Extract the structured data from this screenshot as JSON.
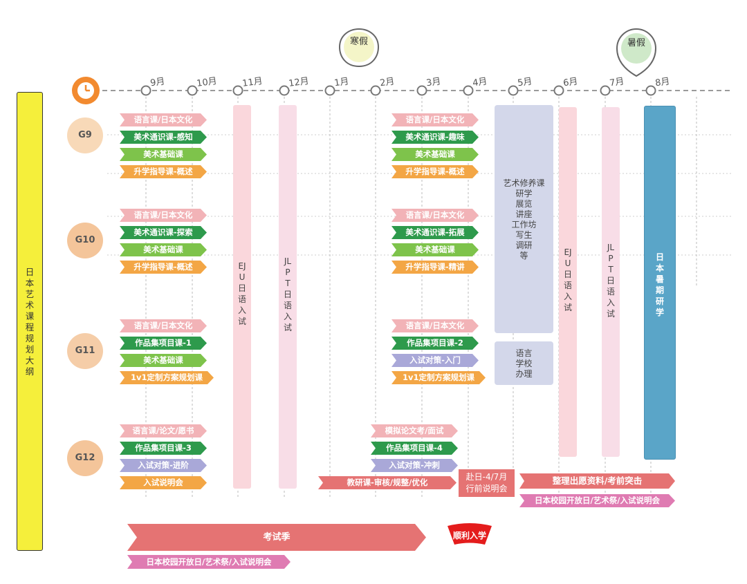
{
  "title": "日本艺术课程规划大纲",
  "holidays": {
    "winter": "寒假",
    "summer": "暑假"
  },
  "months": [
    "9月",
    "10月",
    "11月",
    "12月",
    "1月",
    "2月",
    "3月",
    "4月",
    "5月",
    "6月",
    "7月",
    "8月"
  ],
  "grades": [
    "G9",
    "G10",
    "G11",
    "G12"
  ],
  "fall": {
    "g9": [
      "语言课/日本文化",
      "美术通识课-感知",
      "美术基础课",
      "升学指导课-概述"
    ],
    "g10": [
      "语言课/日本文化",
      "美术通识课-探索",
      "美术基础课",
      "升学指导课-概述"
    ],
    "g11": [
      "语言课/日本文化",
      "作品集项目课-1",
      "美术基础课",
      "1v1定制方案规划课"
    ],
    "g12": [
      "语言课/论文/愿书",
      "作品集项目课-3",
      "入试对策-进阶",
      "入试说明会"
    ]
  },
  "spring": {
    "g9": [
      "语言课/日本文化",
      "美术通识课-趣味",
      "美术基础课",
      "升学指导课-概述"
    ],
    "g10": [
      "语言课/日本文化",
      "美术通识课-拓展",
      "美术基础课",
      "升学指导课-精讲"
    ],
    "g11": [
      "语言课/日本文化",
      "作品集项目课-2",
      "入试对策-入门",
      "1v1定制方案规划课"
    ],
    "g12": [
      "模拟论文考/面试",
      "作品集项目课-4",
      "入试对策-冲刺"
    ]
  },
  "exams": {
    "eju": "EJU日语入试",
    "jlpt": "JLPT日语入试",
    "summer_study": "日本暑期研学"
  },
  "may_block": [
    "艺术修养课",
    "研学",
    "展览",
    "讲座",
    "工作坊",
    "写生",
    "调研",
    "等"
  ],
  "school_block": [
    "语言",
    "学校",
    "办理"
  ],
  "bottom": {
    "research": "教研课-审核/规整/优化",
    "trip": [
      "赴日-4/7月",
      "行前说明会"
    ],
    "prep": "整理出愿资料/考前突击",
    "openday": "日本校园开放日/艺术祭/入试说明会",
    "exam_season": "考试季",
    "success": "顺利入学"
  },
  "colors": {
    "lang": "#f2b3b7",
    "art_dark": "#2e9a4c",
    "art_light": "#7ec34b",
    "guide": "#f3a645",
    "portfolio": "#2e9a4c",
    "entrance": "#a9a8d8",
    "red": "#e57373",
    "pink": "#df7bb2",
    "summer_study": "#5aa5c8",
    "grade": "#f5cfa6",
    "title_bg": "#f5ef3b"
  }
}
